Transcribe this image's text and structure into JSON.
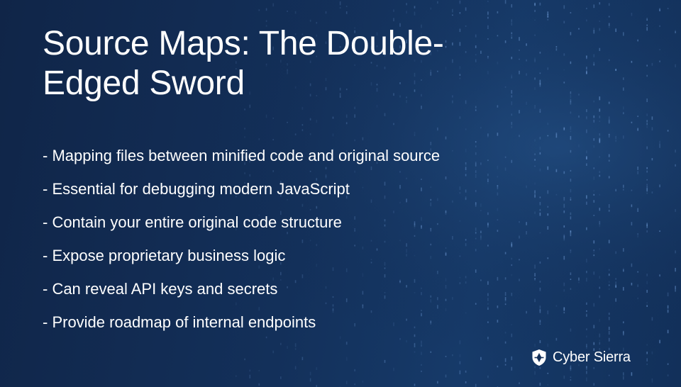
{
  "slide": {
    "title": "Source Maps: The Double-Edged Sword",
    "bullets": [
      "- Mapping files between minified code and original source",
      "- Essential for debugging modern JavaScript",
      "- Contain your entire original code structure",
      "- Expose proprietary business logic",
      "- Can reveal API keys and secrets",
      "- Provide roadmap of internal endpoints"
    ]
  },
  "logo": {
    "text": "Cyber Sierra",
    "icon": "shield-icon"
  },
  "colors": {
    "background": "#13305a",
    "text": "#ffffff",
    "background_dots": "#6f9bd6"
  }
}
